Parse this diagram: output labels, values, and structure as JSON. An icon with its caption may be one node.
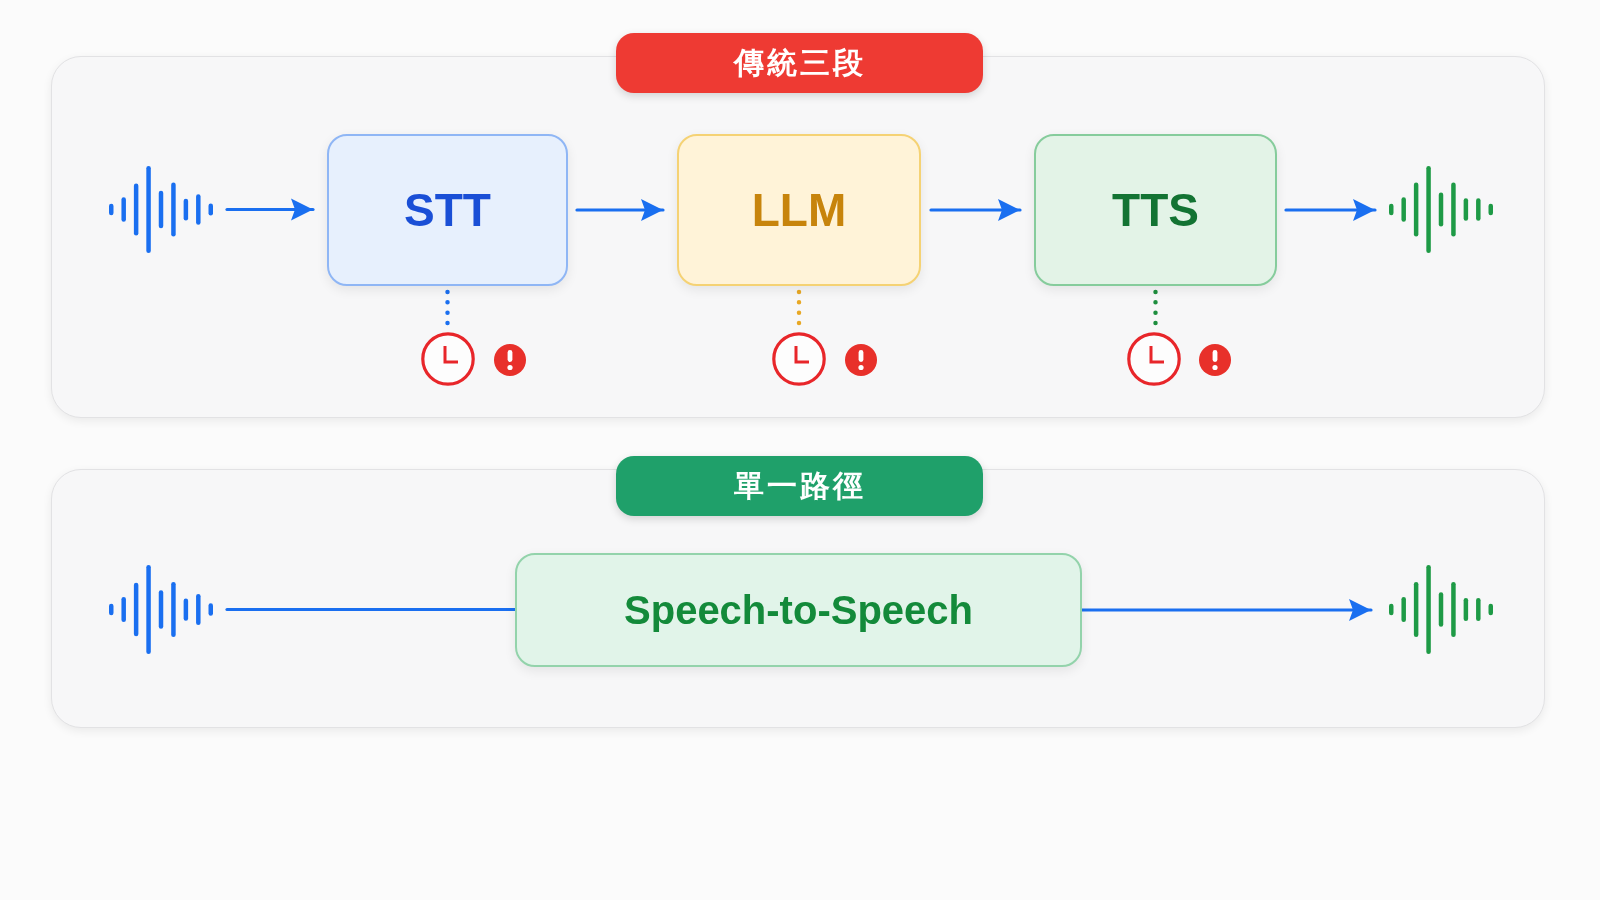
{
  "diagram": {
    "nodes": [
      {
        "text": [
          "傳統三段"
        ]
      },
      {
        "text": [],
        "shape": "picture",
        "in": 0
      },
      {
        "text": [
          "STT"
        ],
        "in": 0
      },
      {
        "text": [
          "LLM"
        ],
        "in": 0
      },
      {
        "text": [
          "TTS"
        ],
        "in": 0
      },
      {
        "text": [],
        "shape": "picture",
        "in": 0
      },
      {
        "text": [],
        "shape": "picture",
        "in": 0
      },
      {
        "text": [],
        "shape": "picture",
        "in": 0
      },
      {
        "text": [],
        "shape": "picture",
        "in": 0
      },
      {
        "text": [
          "單一路徑"
        ]
      },
      {
        "text": [],
        "shape": "picture",
        "in": 9
      },
      {
        "text": [
          "Speech-to-Speech"
        ],
        "in": 9
      },
      {
        "text": [],
        "shape": "picture",
        "in": 9
      }
    ],
    "edges": [
      {
        "from": 1,
        "to": 2,
        "arrow": "to"
      },
      {
        "from": 2,
        "to": 3,
        "arrow": "to"
      },
      {
        "from": 3,
        "to": 4,
        "arrow": "to"
      },
      {
        "from": 4,
        "to": 5,
        "arrow": "to"
      },
      {
        "from": 2,
        "to": 6,
        "arrow": "none",
        "style": "dashed"
      },
      {
        "from": 3,
        "to": 7,
        "arrow": "none",
        "style": "dashed",
        "color": "#e8a825"
      },
      {
        "from": 4,
        "to": 8,
        "arrow": "none",
        "style": "dashed",
        "color": "#1e8e3e"
      },
      {
        "from": 10,
        "to": 11,
        "arrow": "none"
      },
      {
        "from": 11,
        "to": 12,
        "arrow": "to"
      }
    ]
  }
}
